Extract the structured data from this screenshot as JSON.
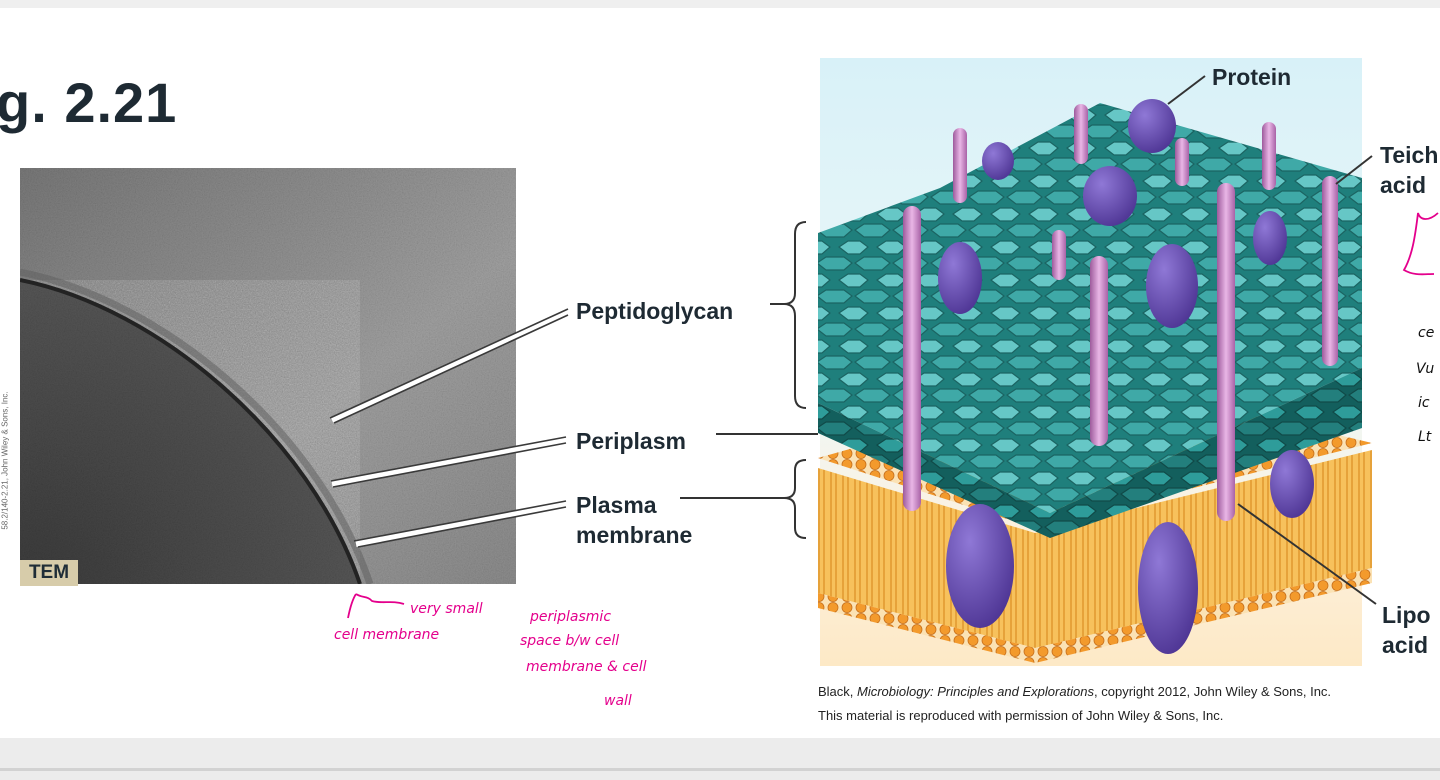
{
  "slide": {
    "figure_title": "g. 2.21",
    "tem_badge": "TEM",
    "side_credit": "58.2/140-2.21, John Wiley & Sons, Inc.",
    "labels": {
      "peptidoglycan": "Peptidoglycan",
      "periplasm": "Periplasm",
      "plasma_line1": "Plasma",
      "plasma_line2": "membrane",
      "protein": "Protein",
      "teichoic_line1": "Teich",
      "teichoic_line2": "acid",
      "lipo_line1": "Lipo",
      "lipo_line2": "acid"
    },
    "copyright": {
      "line1_prefix": "Black, ",
      "line1_title": "Microbiology: Principles and Explorations",
      "line1_suffix": ", copyright 2012, John Wiley & Sons, Inc.",
      "line2": "This material is reproduced with permission of John Wiley & Sons, Inc."
    },
    "handwriting": {
      "note_a_line1": "very small",
      "note_a_line2": "cell membrane",
      "note_b_lines": [
        "periplasmic",
        "space b/w cell",
        "membrane & cell",
        "wall"
      ],
      "note_right_lines": [
        "M",
        "ce",
        "Vu",
        "ic",
        "Lt"
      ],
      "ink_color": "#e4008c"
    },
    "colors": {
      "peptidoglycan": "#2e9c9a",
      "membrane": "#f2a93b",
      "protein": "#5a3f9e",
      "teichoic": "#c98cc8"
    }
  }
}
